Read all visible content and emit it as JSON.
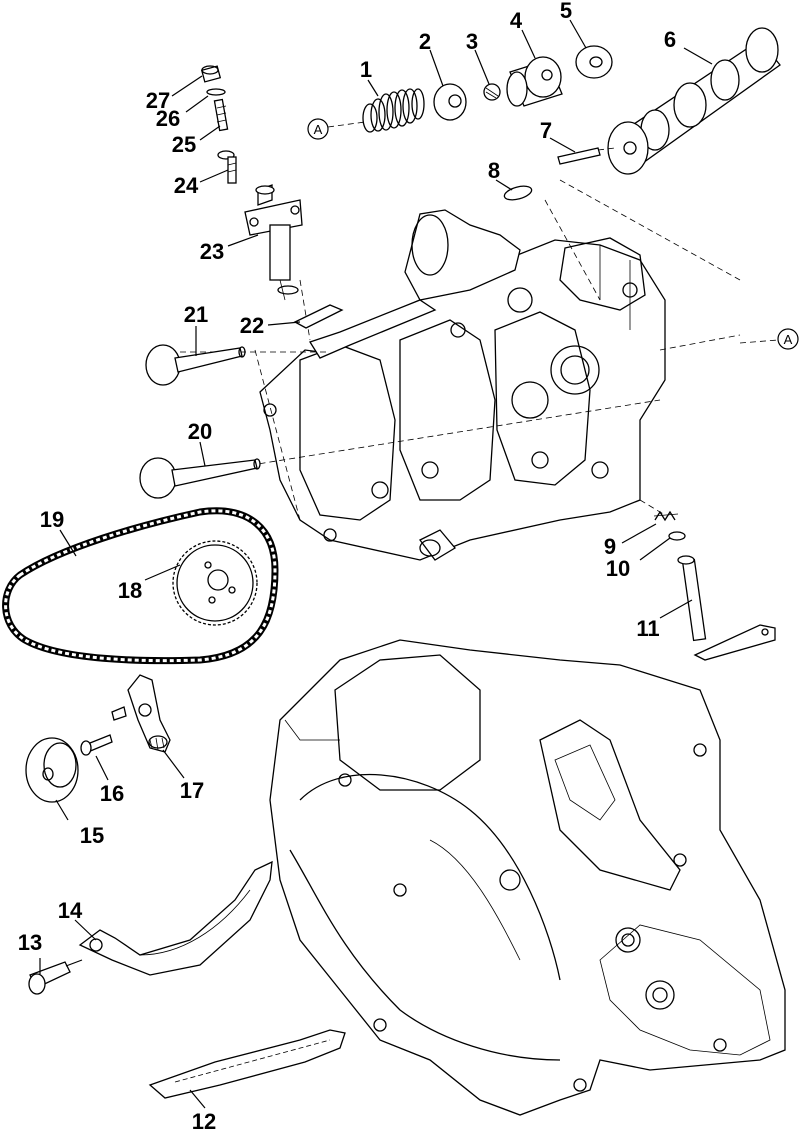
{
  "callouts": [
    {
      "id": "1",
      "text": "1"
    },
    {
      "id": "2",
      "text": "2"
    },
    {
      "id": "3",
      "text": "3"
    },
    {
      "id": "4",
      "text": "4"
    },
    {
      "id": "5",
      "text": "5"
    },
    {
      "id": "6",
      "text": "6"
    },
    {
      "id": "7",
      "text": "7"
    },
    {
      "id": "8",
      "text": "8"
    },
    {
      "id": "9",
      "text": "9"
    },
    {
      "id": "10",
      "text": "10"
    },
    {
      "id": "11",
      "text": "11"
    },
    {
      "id": "12",
      "text": "12"
    },
    {
      "id": "13",
      "text": "13"
    },
    {
      "id": "14",
      "text": "14"
    },
    {
      "id": "15",
      "text": "15"
    },
    {
      "id": "16",
      "text": "16"
    },
    {
      "id": "17",
      "text": "17"
    },
    {
      "id": "18",
      "text": "18"
    },
    {
      "id": "19",
      "text": "19"
    },
    {
      "id": "20",
      "text": "20"
    },
    {
      "id": "21",
      "text": "21"
    },
    {
      "id": "22",
      "text": "22"
    },
    {
      "id": "23",
      "text": "23"
    },
    {
      "id": "24",
      "text": "24"
    },
    {
      "id": "25",
      "text": "25"
    },
    {
      "id": "26",
      "text": "26"
    },
    {
      "id": "27",
      "text": "27"
    }
  ],
  "reference_marks": {
    "left": "A",
    "right": "A"
  }
}
